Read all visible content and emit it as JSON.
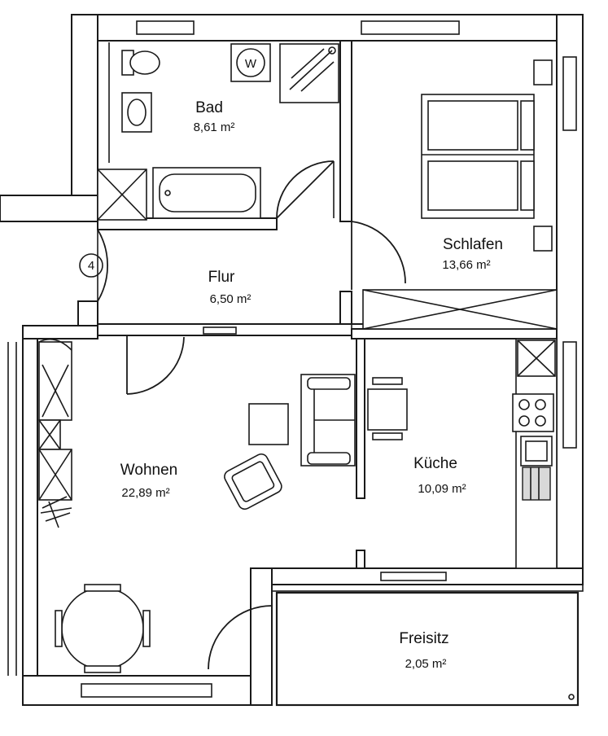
{
  "rooms": {
    "bad": {
      "name": "Bad",
      "area": "8,61 m²"
    },
    "schlafen": {
      "name": "Schlafen",
      "area": "13,66 m²"
    },
    "flur": {
      "name": "Flur",
      "area": "6,50 m²"
    },
    "wohnen": {
      "name": "Wohnen",
      "area": "22,89 m²"
    },
    "kueche": {
      "name": "Küche",
      "area": "10,09 m²"
    },
    "freisitz": {
      "name": "Freisitz",
      "area": "2,05 m²"
    }
  },
  "entrance": {
    "number": "4"
  },
  "washer_symbol": "W"
}
